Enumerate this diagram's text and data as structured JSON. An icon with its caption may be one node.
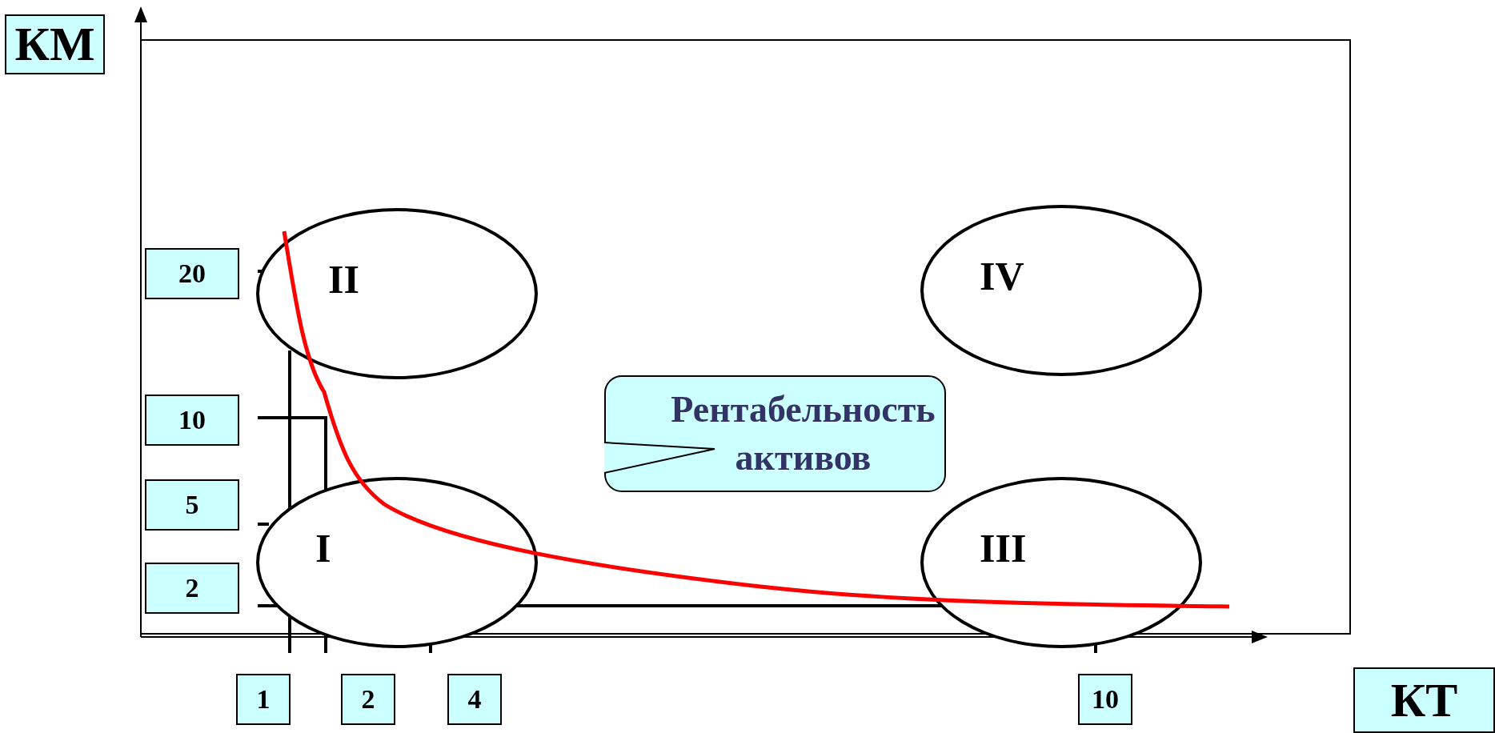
{
  "diagram": {
    "nodes": [
      {
        "text": [
          "II"
        ]
      },
      {
        "text": [
          "IV"
        ]
      },
      {
        "text": [
          "Рентабельность активов"
        ]
      },
      {
        "text": [
          "I"
        ]
      },
      {
        "text": [
          "III"
        ]
      }
    ],
    "labels": [
      "КМ",
      "20",
      "10",
      "5",
      "2",
      "1",
      "2",
      "4",
      "10",
      "КТ"
    ]
  }
}
